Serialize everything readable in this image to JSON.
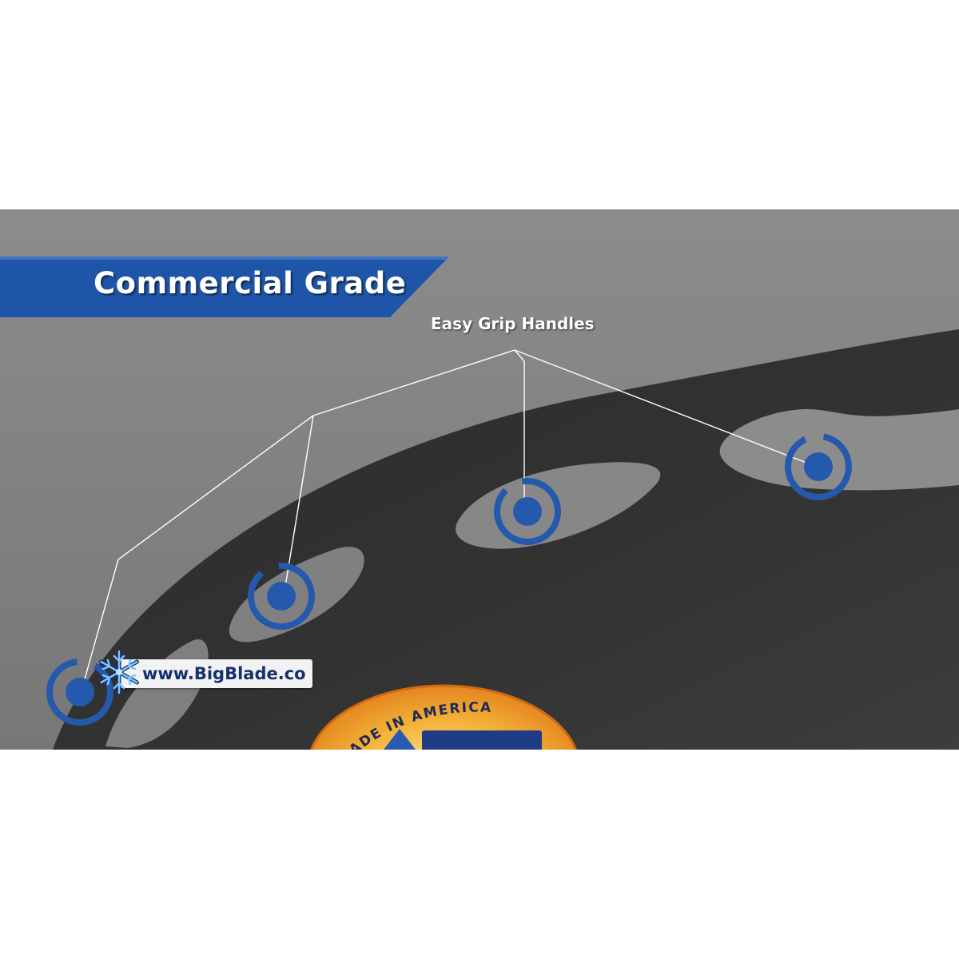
{
  "banner": {
    "title": "Commercial Grade",
    "color": "#1f55a8"
  },
  "callout": {
    "label": "Easy Grip Handles",
    "marker_color": "#2559ad",
    "markers": [
      "handle-marker",
      "handle-marker",
      "handle-marker",
      "handle-marker"
    ]
  },
  "watermark": {
    "url": "www.BigBlade.co",
    "icon": "snowflake-icon"
  },
  "seal": {
    "text": "MADE IN AMERICA"
  }
}
